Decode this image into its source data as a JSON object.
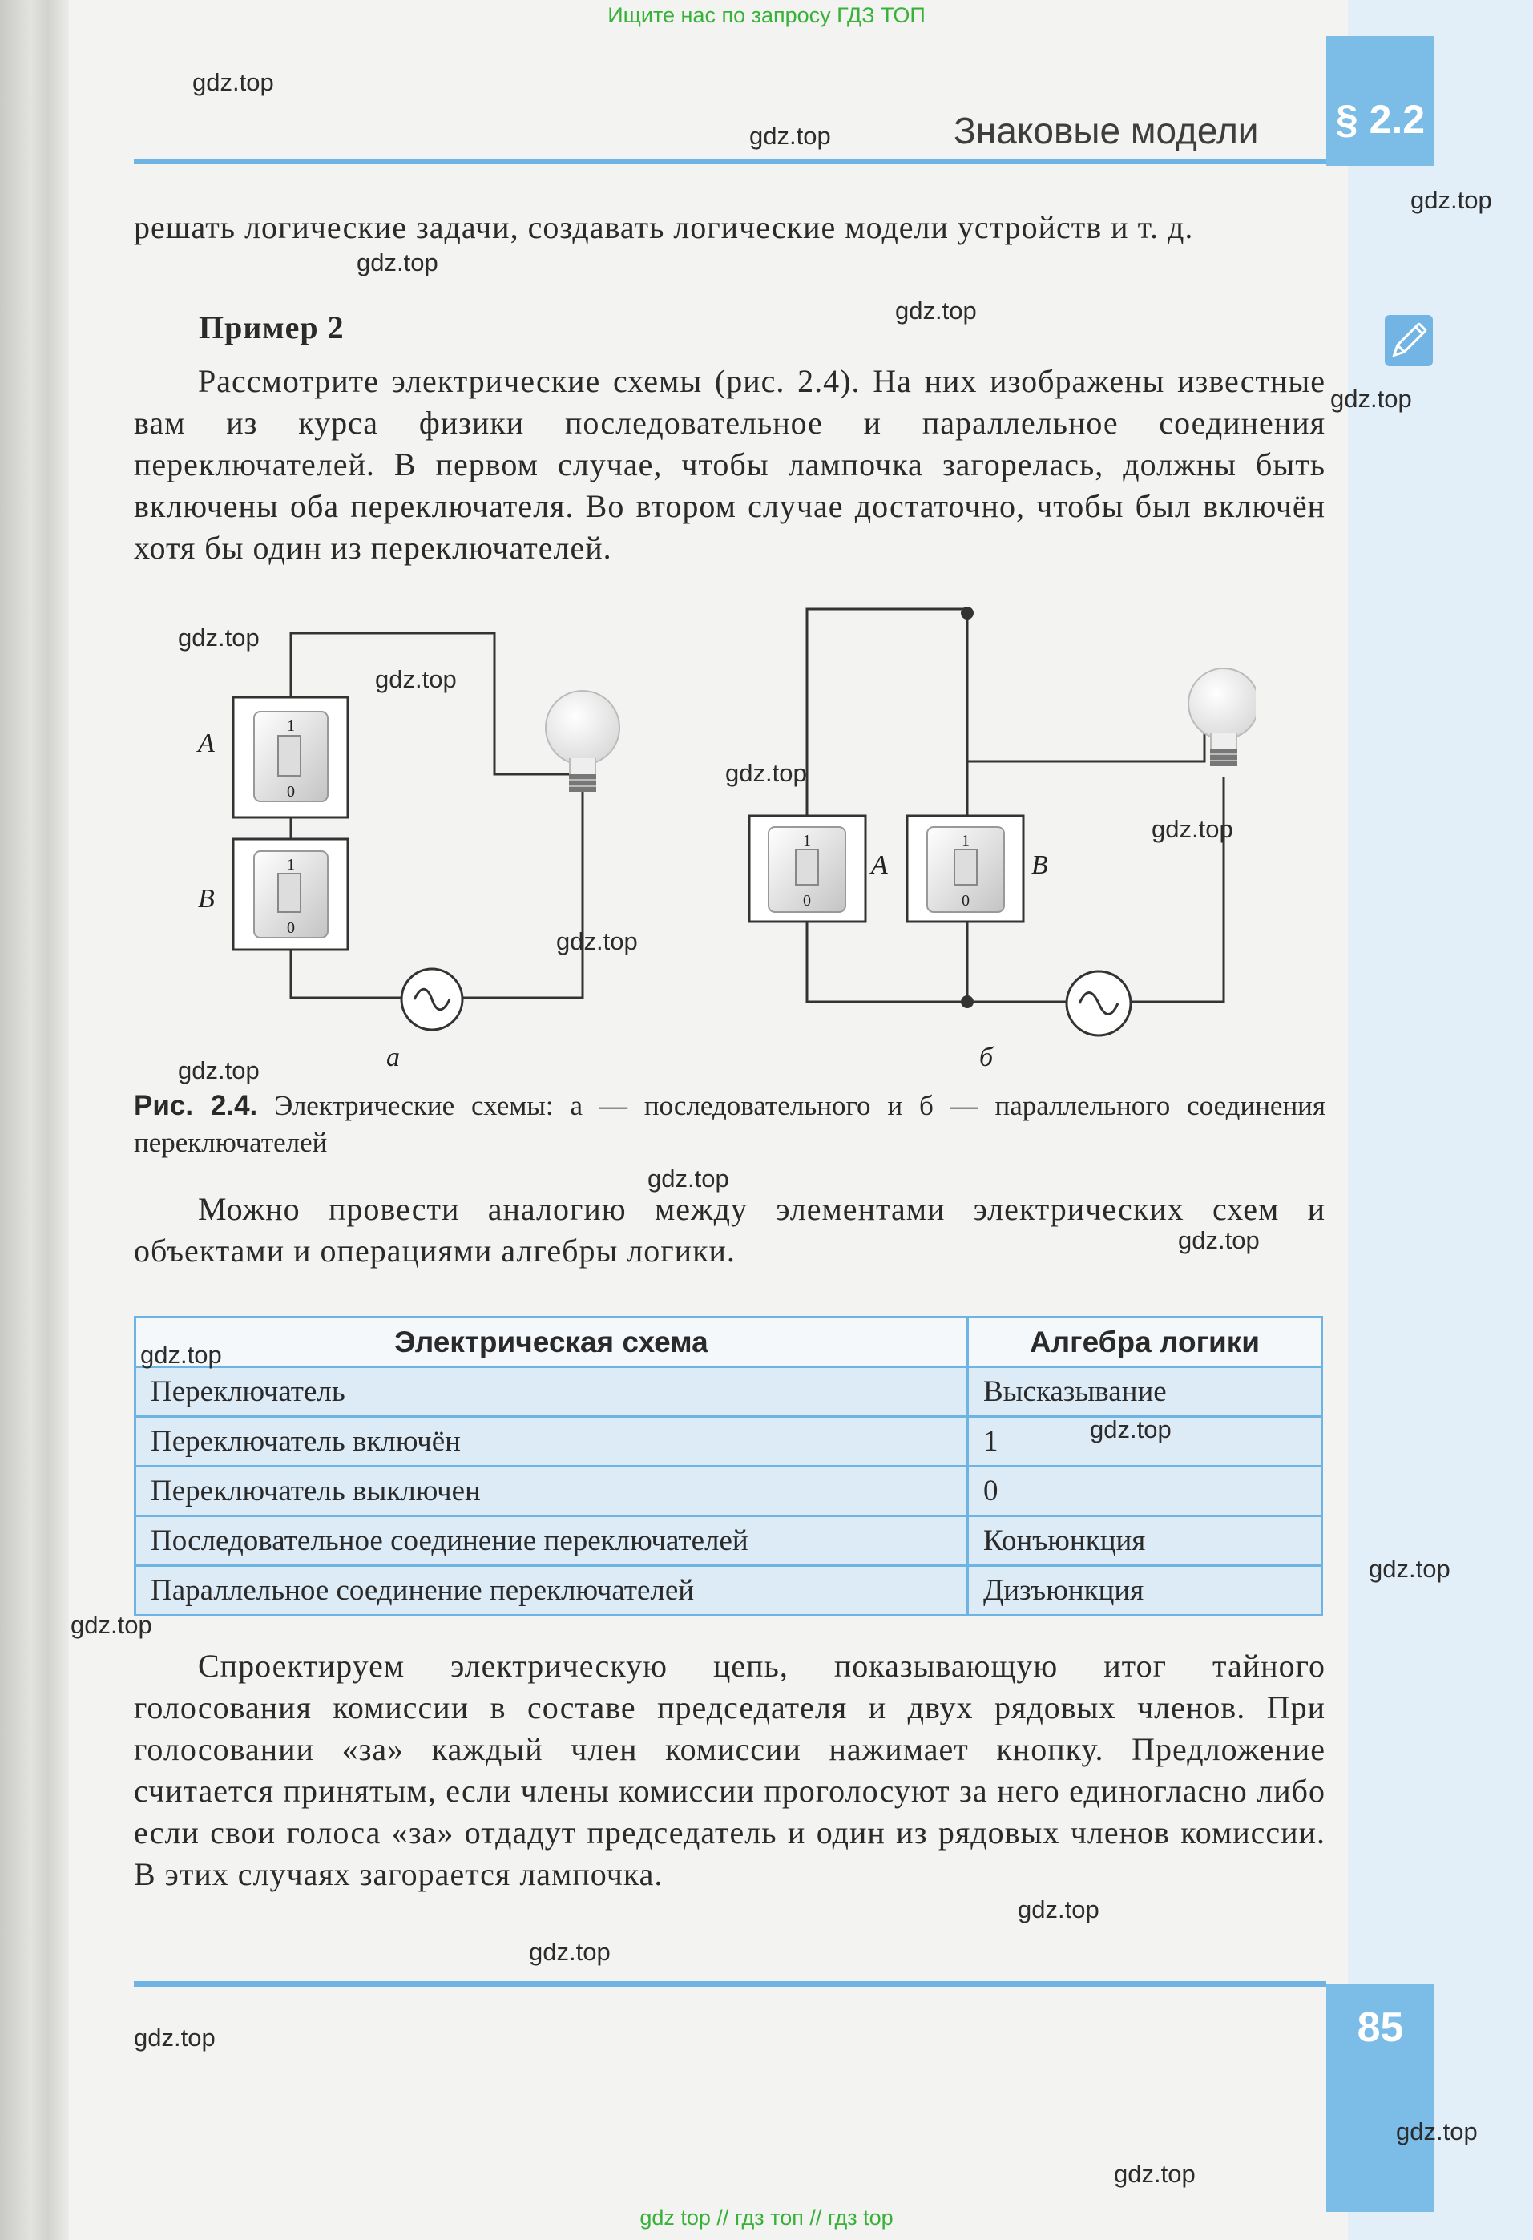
{
  "banner_top": "Ищите нас по запросу ГДЗ ТОП",
  "banner_bottom": "gdz top  //  гдз топ  //  гдз top",
  "header": {
    "title": "Знаковые модели",
    "section": "§ 2.2"
  },
  "page_number": "85",
  "paragraph_top": "решать логические задачи, создавать логические модели устройств и т. д.",
  "example_title": "Пример 2",
  "paragraph_example": "Рассмотрите электрические схемы (рис. 2.4). На них изображены известные вам из курса физики последовательное и параллельное соединения переключателей. В первом случае, чтобы лампочка загорелась, должны быть включены оба переключателя. Во втором случае достаточно, чтобы был включён хотя бы один из переключателей.",
  "figure": {
    "switch_on": "1",
    "switch_off": "0",
    "label_a_switch": "A",
    "label_b_switch": "B",
    "sub_a": "а",
    "sub_b": "б",
    "caption_label": "Рис. 2.4.",
    "caption_text": "Электрические схемы: а — последовательного и б — параллельного соединения переключателей"
  },
  "paragraph_analogy": "Можно провести аналогию между элементами электрических схем и объектами и операциями алгебры логики.",
  "table": {
    "headers": [
      "Электрическая схема",
      "Алгебра логики"
    ],
    "rows": [
      [
        "Переключатель",
        "Высказывание"
      ],
      [
        "Переключатель включён",
        "1"
      ],
      [
        "Переключатель выключен",
        "0"
      ],
      [
        "Последовательное соединение переключателей",
        "Конъюнкция"
      ],
      [
        "Параллельное соединение переключателей",
        "Дизъюнкция"
      ]
    ]
  },
  "paragraph_design": "Спроектируем электрическую цепь, показывающую итог тайного голосования комиссии в составе председателя и двух рядовых членов. При голосовании «за» каждый член комиссии нажимает кнопку. Предложение считается принятым, если члены комиссии проголосуют за него единогласно либо если свои голоса «за» отдадут председатель и один из рядовых членов комиссии. В этих случаях загорается лампочка.",
  "watermark": "gdz.top",
  "colors": {
    "accent_blue": "#6db3e3",
    "tab_blue": "#7bbde7",
    "banner_green": "#37b137"
  }
}
